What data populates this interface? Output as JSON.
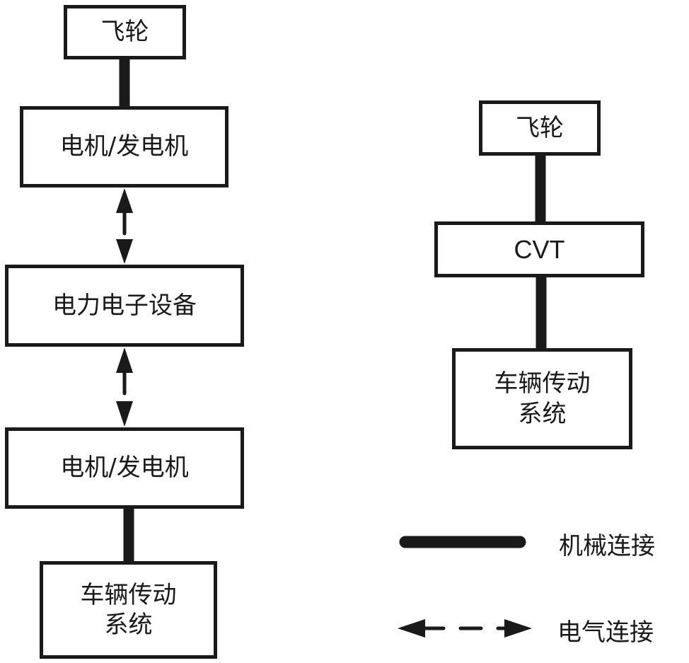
{
  "diagram": {
    "left_system": {
      "flywheel": "飞轮",
      "motor_generator_top": "电机/发电机",
      "power_electronics": "电力电子设备",
      "motor_generator_bottom": "电机/发电机",
      "drivetrain": [
        "车辆传动",
        "系统"
      ]
    },
    "right_system": {
      "flywheel": "飞轮",
      "cvt": "CVT",
      "drivetrain": [
        "车辆传动",
        "系统"
      ]
    },
    "connections": [
      {
        "from": "left.flywheel",
        "to": "left.motor_generator_top",
        "type": "mechanical"
      },
      {
        "from": "left.motor_generator_top",
        "to": "left.power_electronics",
        "type": "electrical"
      },
      {
        "from": "left.power_electronics",
        "to": "left.motor_generator_bottom",
        "type": "electrical"
      },
      {
        "from": "left.motor_generator_bottom",
        "to": "left.drivetrain",
        "type": "mechanical"
      },
      {
        "from": "right.flywheel",
        "to": "right.cvt",
        "type": "mechanical"
      },
      {
        "from": "right.cvt",
        "to": "right.drivetrain",
        "type": "mechanical"
      }
    ],
    "legend": {
      "mechanical": "机械连接",
      "electrical": "电气连接"
    },
    "colors": {
      "stroke": "#1a1a1a",
      "background": "#ffffff"
    }
  }
}
